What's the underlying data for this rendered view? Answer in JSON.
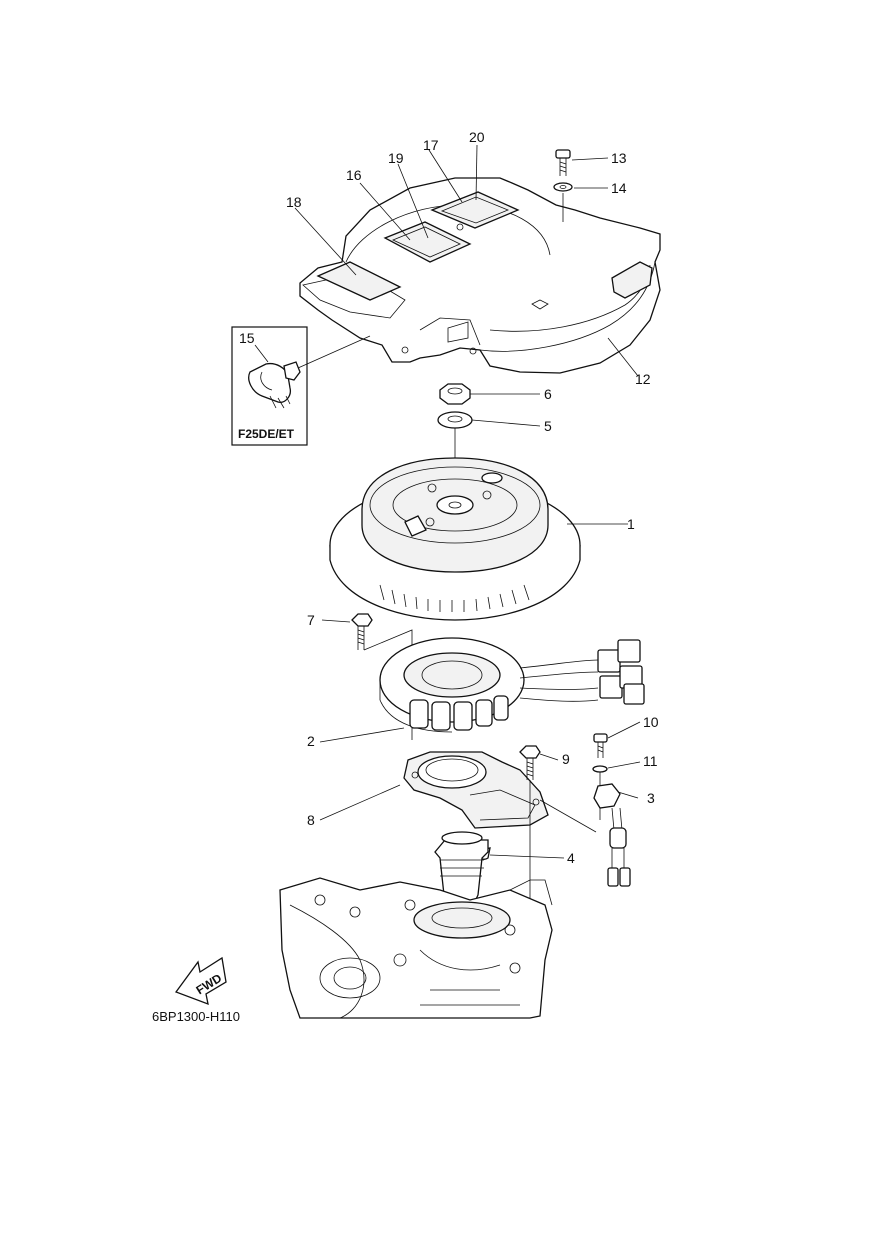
{
  "callouts": [
    "1",
    "2",
    "3",
    "4",
    "5",
    "6",
    "7",
    "8",
    "9",
    "10",
    "11",
    "12",
    "13",
    "14",
    "15",
    "16",
    "17",
    "18",
    "19",
    "20"
  ],
  "inset_label": "F25DE/ET",
  "fwd_label": "FWD",
  "diagram_code": "6BP1300-H110"
}
